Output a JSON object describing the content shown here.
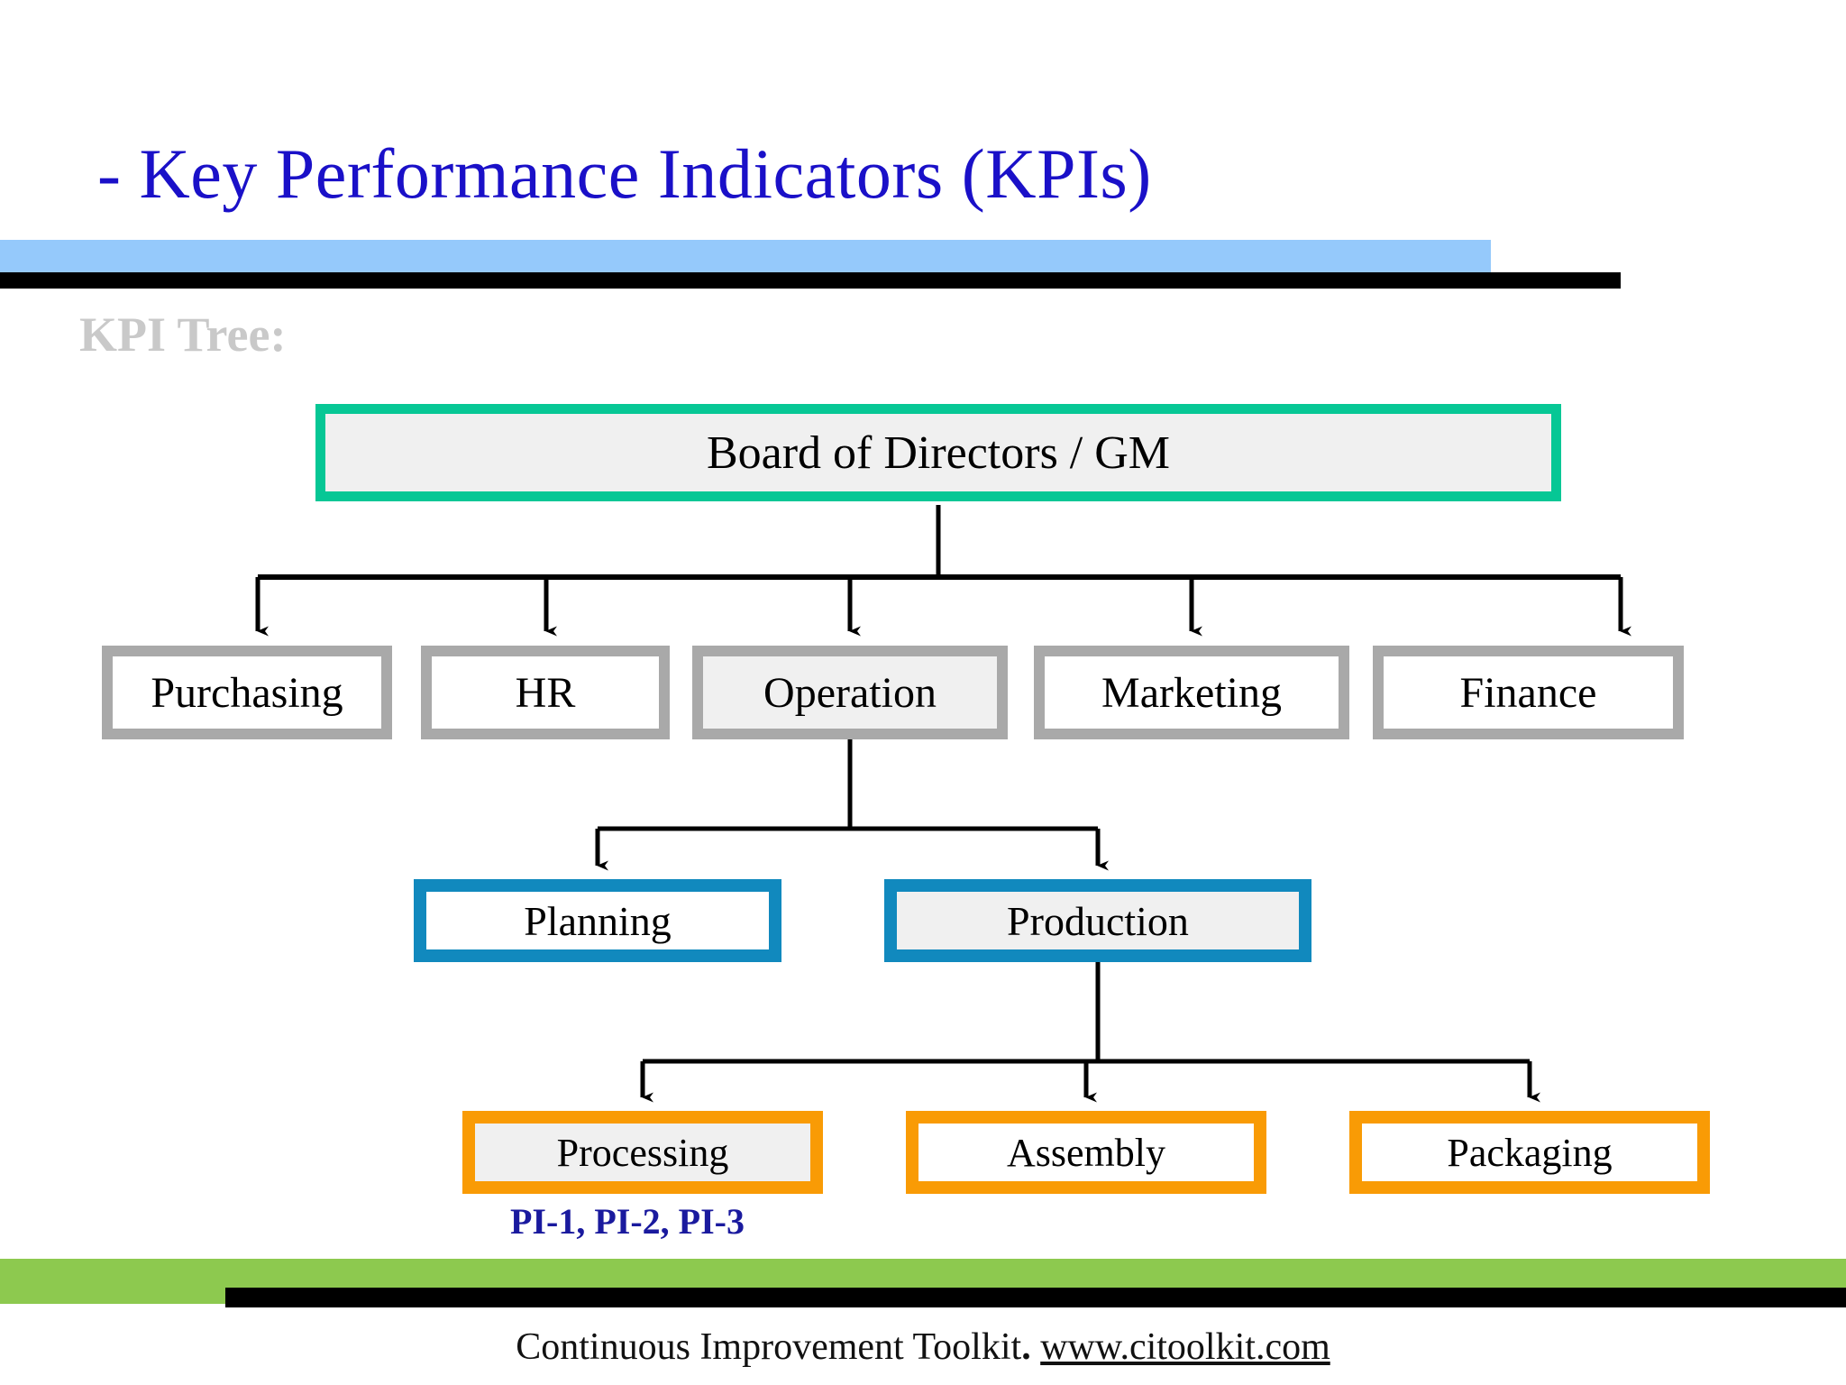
{
  "slide": {
    "title": "- Key Performance Indicators (KPIs)",
    "section_label": "KPI Tree:",
    "title_color": "#1a10c8",
    "accent_blue_bar": "#95C9FB",
    "accent_green_bar": "#8DC94F"
  },
  "tree": {
    "root": {
      "label": "Board of Directors / GM",
      "border_color": "#06C795",
      "fill": "#F0F0F0"
    },
    "level2": [
      {
        "label": "Purchasing",
        "border_color": "#A9A9A9",
        "fill": "#FFFFFF"
      },
      {
        "label": "HR",
        "border_color": "#A9A9A9",
        "fill": "#FFFFFF"
      },
      {
        "label": "Operation",
        "border_color": "#A9A9A9",
        "fill": "#F0F0F0"
      },
      {
        "label": "Marketing",
        "border_color": "#A9A9A9",
        "fill": "#FFFFFF"
      },
      {
        "label": "Finance",
        "border_color": "#A9A9A9",
        "fill": "#FFFFFF"
      }
    ],
    "level3": [
      {
        "label": "Planning",
        "border_color": "#1189BE",
        "fill": "#FFFFFF"
      },
      {
        "label": "Production",
        "border_color": "#1189BE",
        "fill": "#F0F0F0"
      }
    ],
    "level4": [
      {
        "label": "Processing",
        "border_color": "#F99B05",
        "fill": "#F0F0F0"
      },
      {
        "label": "Assembly",
        "border_color": "#F99B05",
        "fill": "#FFFFFF"
      },
      {
        "label": "Packaging",
        "border_color": "#F99B05",
        "fill": "#FFFFFF"
      }
    ],
    "annotation": "PI-1, PI-2, PI-3"
  },
  "footer": {
    "text": "Continuous Improvement Toolkit",
    "separator": ".",
    "url": "www.citoolkit.com"
  }
}
